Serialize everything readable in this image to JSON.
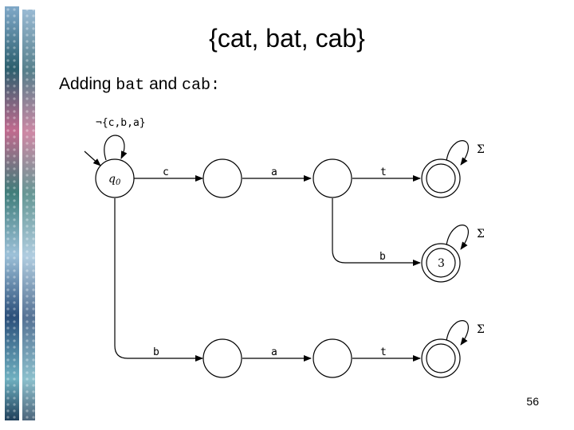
{
  "slide": {
    "title": "{cat, bat, cab}",
    "subtitle_prefix": "Adding ",
    "subtitle_word1": "bat",
    "subtitle_middle": " and ",
    "subtitle_word2": "cab",
    "subtitle_suffix": ":",
    "page_number": "56"
  },
  "diagram": {
    "start_state": "q0",
    "state_labels": {
      "accept_b": "3"
    },
    "self_loops": {
      "start": "¬{c,b,a}",
      "accept": "Σ"
    },
    "edges": {
      "c": "c",
      "a_top": "a",
      "t_top": "t",
      "b_mid": "b",
      "b_bottom": "b",
      "a_bottom": "a",
      "t_bottom": "t"
    }
  },
  "colors": {
    "stroke": "#000000",
    "background": "#ffffff"
  }
}
